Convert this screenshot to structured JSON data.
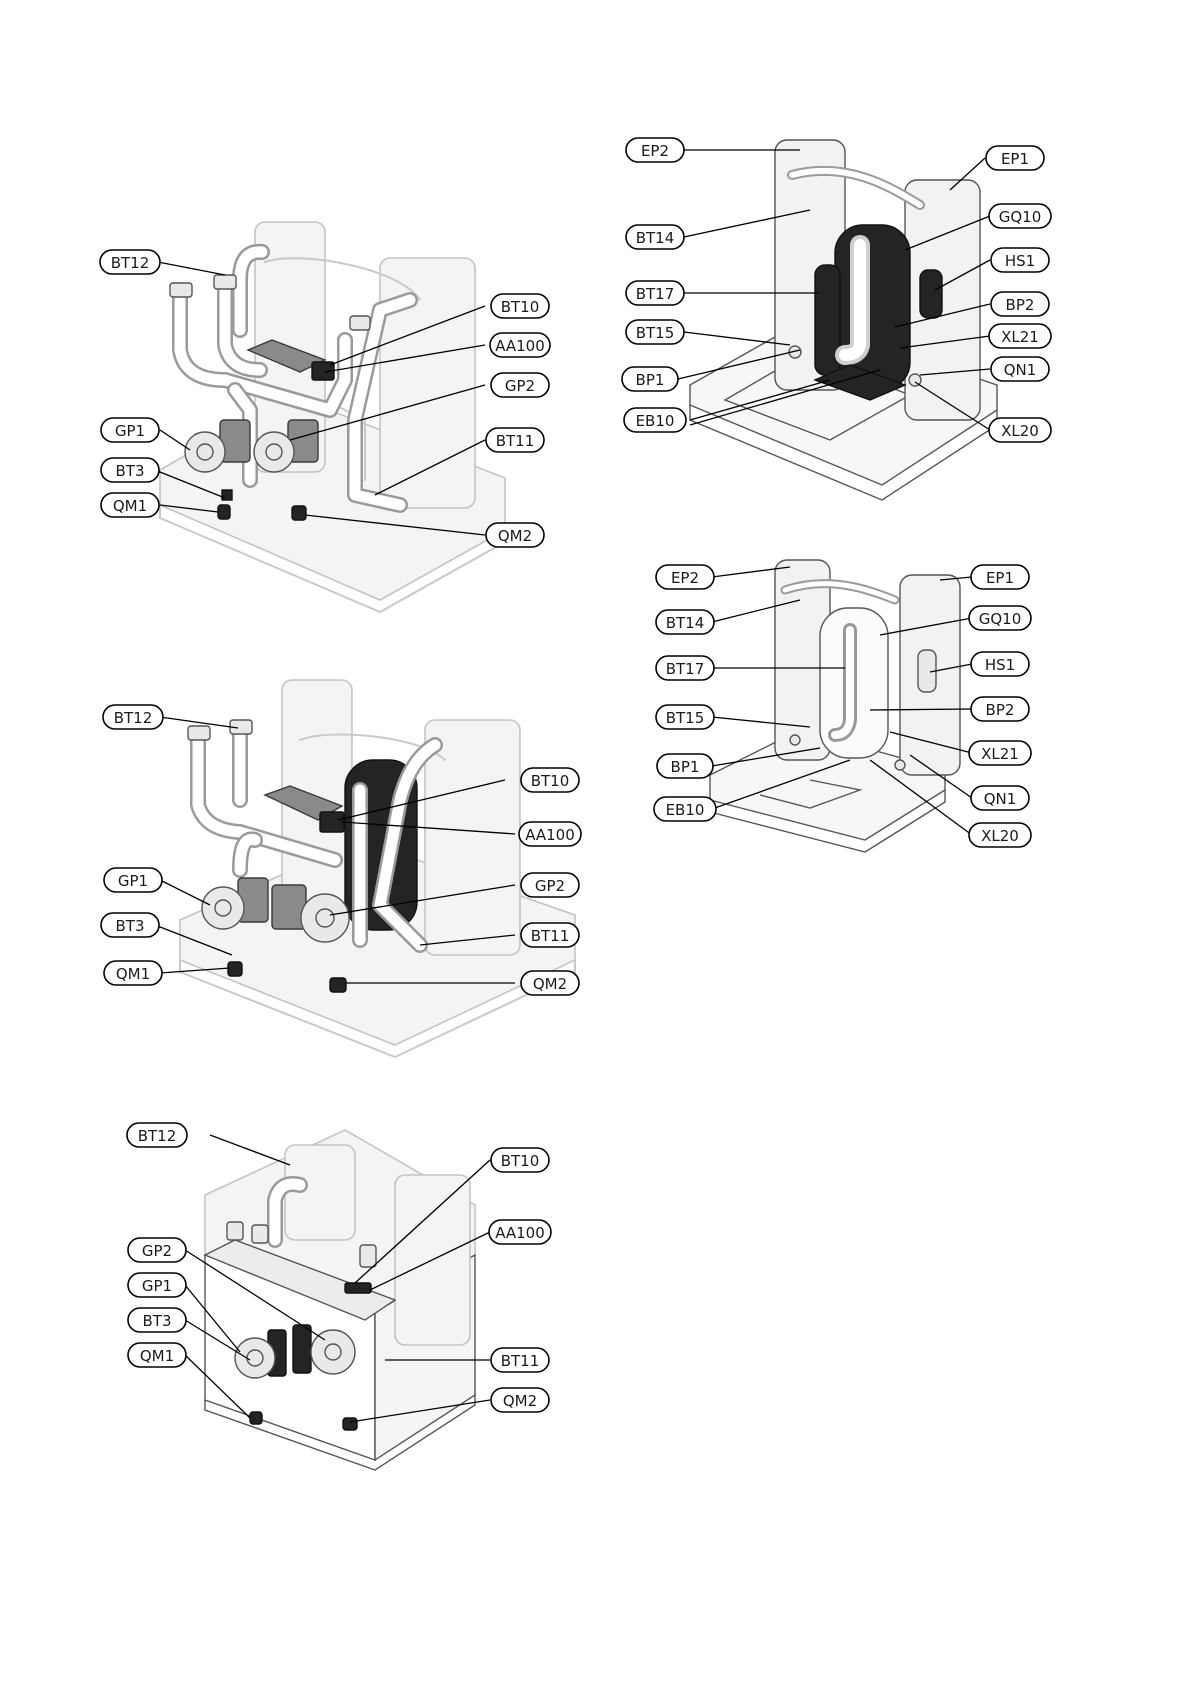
{
  "figures": [
    {
      "id": "fig1",
      "labels": [
        "BT12",
        "BT10",
        "AA100",
        "GP2",
        "GP1",
        "BT11",
        "BT3",
        "QM1",
        "QM2"
      ]
    },
    {
      "id": "fig2",
      "labels": [
        "BT12",
        "BT10",
        "AA100",
        "GP1",
        "GP2",
        "BT3",
        "BT11",
        "QM1",
        "QM2"
      ]
    },
    {
      "id": "fig3",
      "labels": [
        "BT12",
        "BT10",
        "AA100",
        "GP2",
        "GP1",
        "BT3",
        "BT11",
        "QM1",
        "QM2"
      ]
    },
    {
      "id": "fig4",
      "labels": [
        "EP2",
        "EP1",
        "GQ10",
        "BT14",
        "HS1",
        "BT17",
        "BP2",
        "BT15",
        "XL21",
        "QN1",
        "BP1",
        "EB10",
        "XL20"
      ]
    },
    {
      "id": "fig5",
      "labels": [
        "EP2",
        "EP1",
        "BT14",
        "GQ10",
        "BT17",
        "HS1",
        "BT15",
        "BP2",
        "XL21",
        "BP1",
        "QN1",
        "EB10",
        "XL20"
      ]
    }
  ]
}
